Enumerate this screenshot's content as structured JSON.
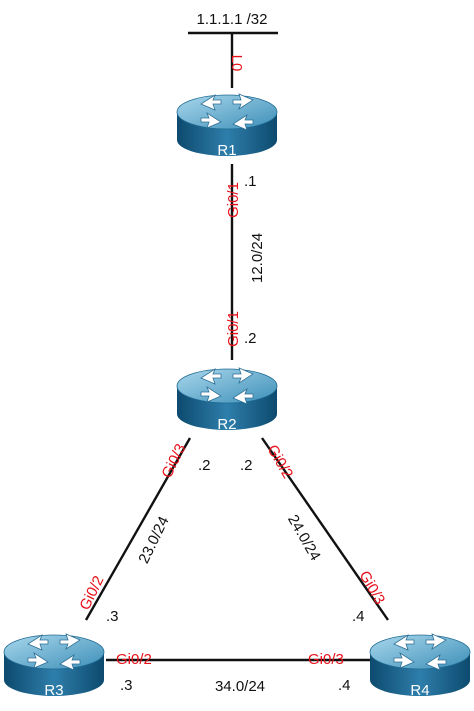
{
  "loopback": {
    "network": "1.1.1.1 /32",
    "interface": "L0"
  },
  "routers": [
    {
      "name": "R1"
    },
    {
      "name": "R2"
    },
    {
      "name": "R3"
    },
    {
      "name": "R4"
    }
  ],
  "links": {
    "r1_r2": {
      "subnet": "12.0/24",
      "r1_iface": "Gi0/1",
      "r1_host": ".1",
      "r2_iface": "Gi0/1",
      "r2_host": ".2"
    },
    "r2_r3": {
      "subnet": "23.0/24",
      "r2_iface": "Gi0/3",
      "r2_host": ".2",
      "r3_iface": "Gi0/2",
      "r3_host": ".3"
    },
    "r2_r4": {
      "subnet": "24.0/24",
      "r2_iface": "Gi0/2",
      "r2_host": ".2",
      "r4_iface": "Gi0/3",
      "r4_host": ".4"
    },
    "r3_r4": {
      "subnet": "34.0/24",
      "r3_iface": "Gi0/2",
      "r3_host": ".3",
      "r4_iface": "Gi0/3",
      "r4_host": ".4"
    }
  }
}
